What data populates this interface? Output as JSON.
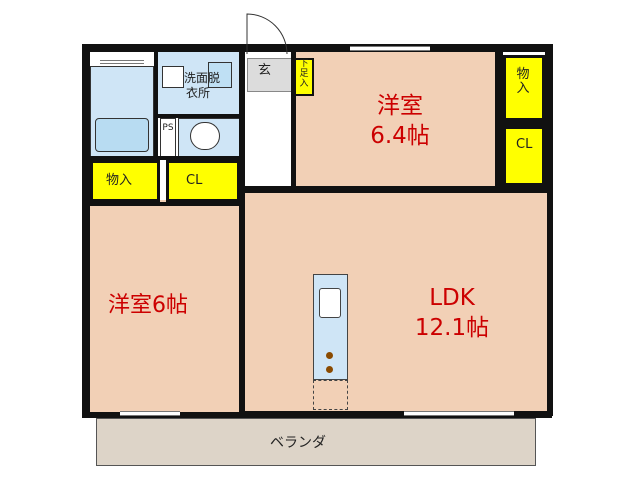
{
  "rooms": {
    "western_room_1": {
      "line1": "洋室",
      "line2": "6.4帖"
    },
    "western_room_2": {
      "label": "洋室6帖"
    },
    "ldk": {
      "line1": "LDK",
      "line2": "12.1帖"
    },
    "entrance": {
      "label": "玄"
    },
    "shoe_storage": {
      "label": "下足入"
    },
    "washroom": {
      "line1": "洗面脱",
      "line2": "衣所"
    },
    "ps": {
      "label": "PS"
    },
    "storage_left": {
      "label": "物入"
    },
    "closet_left": {
      "label": "CL"
    },
    "storage_right": {
      "label": "物入"
    },
    "closet_right": {
      "label": "CL"
    },
    "veranda": {
      "label": "ベランダ"
    }
  },
  "colors": {
    "room_fill": "#f2d0b6",
    "wet_fill": "#cfe5f6",
    "storage_fill": "#ffff00",
    "veranda_fill": "#ddd4c8",
    "label_color": "#cc0000"
  }
}
